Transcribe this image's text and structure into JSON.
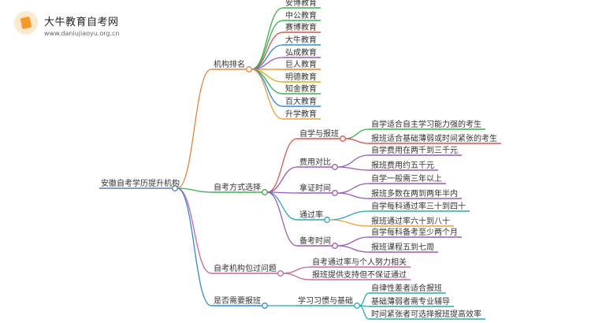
{
  "logo": {
    "title": "大牛教育自考网",
    "url": "www.daniujiaoyu.org.cn",
    "icon": "graduation-book-icon"
  },
  "root": {
    "label": "安徽自考学历提升机构",
    "color": "#5b7ea6"
  },
  "branches": [
    {
      "label": "机构排名",
      "color": "#e4853a",
      "children": [
        {
          "label": "安博教育",
          "color": "#3fae4f"
        },
        {
          "label": "中公教育",
          "color": "#3fae4f"
        },
        {
          "label": "赛博教育",
          "color": "#d9534f"
        },
        {
          "label": "大牛教育",
          "color": "#2f8ad4"
        },
        {
          "label": "弘成教育",
          "color": "#9b59b6"
        },
        {
          "label": "巨人教育",
          "color": "#e8861e"
        },
        {
          "label": "明德教育",
          "color": "#d4b21a"
        },
        {
          "label": "知金教育",
          "color": "#3fae4f"
        },
        {
          "label": "百大教育",
          "color": "#2f8ad4"
        },
        {
          "label": "升学教育",
          "color": "#e8a23b"
        }
      ]
    },
    {
      "label": "自考方式选择",
      "color": "#3fae4f",
      "children": [
        {
          "label": "自学与报班",
          "color": "#d9534f",
          "children": [
            {
              "label": "自学适合自主学习能力强的考生",
              "color": "#3fae4f"
            },
            {
              "label": "报班适合基础薄弱或时间紧张的考生",
              "color": "#d9534f"
            }
          ]
        },
        {
          "label": "费用对比",
          "color": "#9b59b6",
          "children": [
            {
              "label": "自学费用在两千到三千元",
              "color": "#9b59b6"
            },
            {
              "label": "报班费用约五千元",
              "color": "#9b59b6"
            }
          ]
        },
        {
          "label": "拿证时间",
          "color": "#9b59b6",
          "children": [
            {
              "label": "自学一般需三年以上",
              "color": "#9b59b6"
            },
            {
              "label": "报班多数在两到两年半内",
              "color": "#9b59b6"
            }
          ]
        },
        {
          "label": "通过率",
          "color": "#2aa7b8",
          "children": [
            {
              "label": "自学每科通过率三十到四十",
              "color": "#2aa7b8"
            },
            {
              "label": "报班通过率六十到八十",
              "color": "#e8a23b"
            }
          ]
        },
        {
          "label": "备考时间",
          "color": "#9b59b6",
          "children": [
            {
              "label": "自学每科备考至少两个月",
              "color": "#9b59b6"
            },
            {
              "label": "报班课程五到七周",
              "color": "#9b59b6"
            }
          ]
        }
      ]
    },
    {
      "label": "自考机构包过问题",
      "color": "#c7679d",
      "children": [
        {
          "label": "自考通过率与个人努力相关",
          "color": "#c7679d"
        },
        {
          "label": "报班提供支持但不保证通过",
          "color": "#c7679d"
        }
      ]
    },
    {
      "label": "是否需要报班",
      "color": "#2f8ad4",
      "children": [
        {
          "label": "学习习惯与基础",
          "color": "#2aa7b8",
          "children": [
            {
              "label": "自律性差者适合报班",
              "color": "#2aa7b8"
            },
            {
              "label": "基础薄弱者需专业辅导",
              "color": "#2aa7b8"
            },
            {
              "label": "时间紧张者可选择报班提高效率",
              "color": "#2aa7b8"
            }
          ]
        }
      ]
    }
  ]
}
